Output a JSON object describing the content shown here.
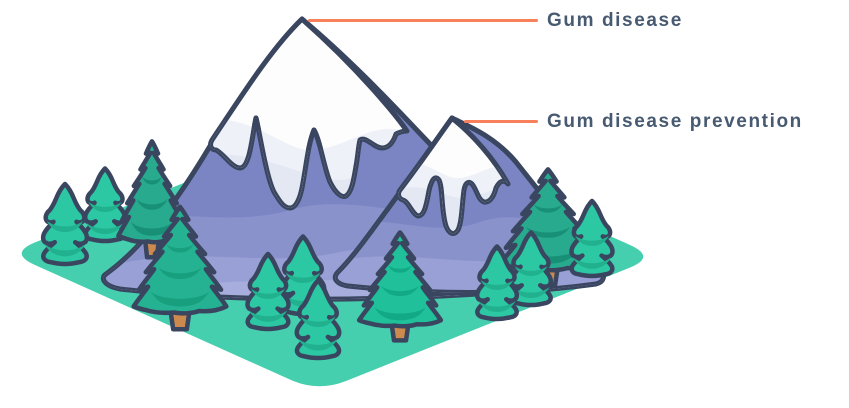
{
  "figure": {
    "annotations": [
      {
        "label": "Gum disease",
        "target": "large-mountain"
      },
      {
        "label": "Gum disease prevention",
        "target": "small-mountain"
      }
    ],
    "scene": {
      "elements": [
        "large snow-capped mountain",
        "small snow-capped mountain",
        "pine forest",
        "isometric ground tile"
      ]
    }
  },
  "colors": {
    "leader_line": "#f8815c",
    "label_text": "#475a71",
    "ground": "#45cfae",
    "mountain_base": "#7b85c4",
    "mountain_band_mid": "#8a92cc",
    "mountain_band_low": "#99a0d5",
    "mountain_band_foot": "#a7addc",
    "snow": "#fdfdfe",
    "snow_band1": "#eef1f8",
    "snow_band2": "#e4e8f2",
    "outline": "#3a4660",
    "tree_smooth": "#2cc7a3",
    "tree_smooth_shade": "#22b18e",
    "tree_jagged": "#1fc09a",
    "tree_jagged_shade": "#12a986",
    "tree_jagged_mid": "#24b292",
    "tree_jagged_mid_shade": "#18a07e",
    "tree_jagged_dark": "#27aa8d",
    "tree_jagged_dark_shade": "#189077",
    "trunk_orange": "#f0993f",
    "trunk_tan": "#cd8a4e"
  }
}
